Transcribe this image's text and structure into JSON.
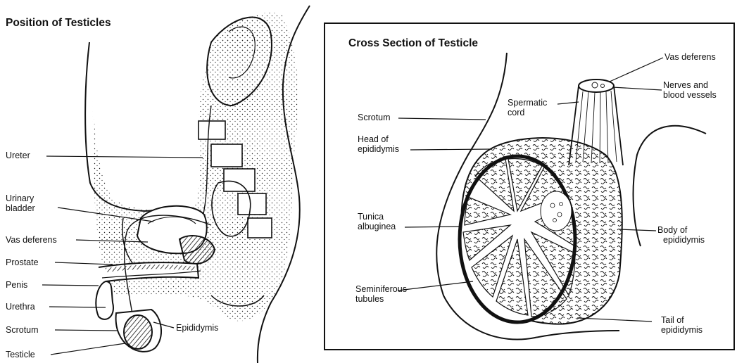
{
  "left_panel": {
    "title": "Position of Testicles",
    "labels": {
      "ureter": "Ureter",
      "urinary_bladder_1": "Urinary",
      "urinary_bladder_2": "bladder",
      "vas_deferens": "Vas deferens",
      "prostate": "Prostate",
      "penis": "Penis",
      "urethra": "Urethra",
      "scrotum": "Scrotum",
      "testicle": "Testicle",
      "epididymis": "Epididymis"
    }
  },
  "right_panel": {
    "title": "Cross Section of Testicle",
    "labels": {
      "vas_deferens": "Vas deferens",
      "nerves_1": "Nerves and",
      "nerves_2": "blood vessels",
      "spermatic_1": "Spermatic",
      "spermatic_2": "cord",
      "scrotum": "Scrotum",
      "head_1": "Head of",
      "head_2": "epididymis",
      "tunica_1": "Tunica",
      "tunica_2": "albuginea",
      "body_1": "Body of",
      "body_2": "epididymis",
      "semin_1": "Seminiferous",
      "semin_2": "tubules",
      "tail_1": "Tail of",
      "tail_2": "epididymis"
    }
  },
  "colors": {
    "ink": "#111111",
    "paper": "#ffffff"
  }
}
